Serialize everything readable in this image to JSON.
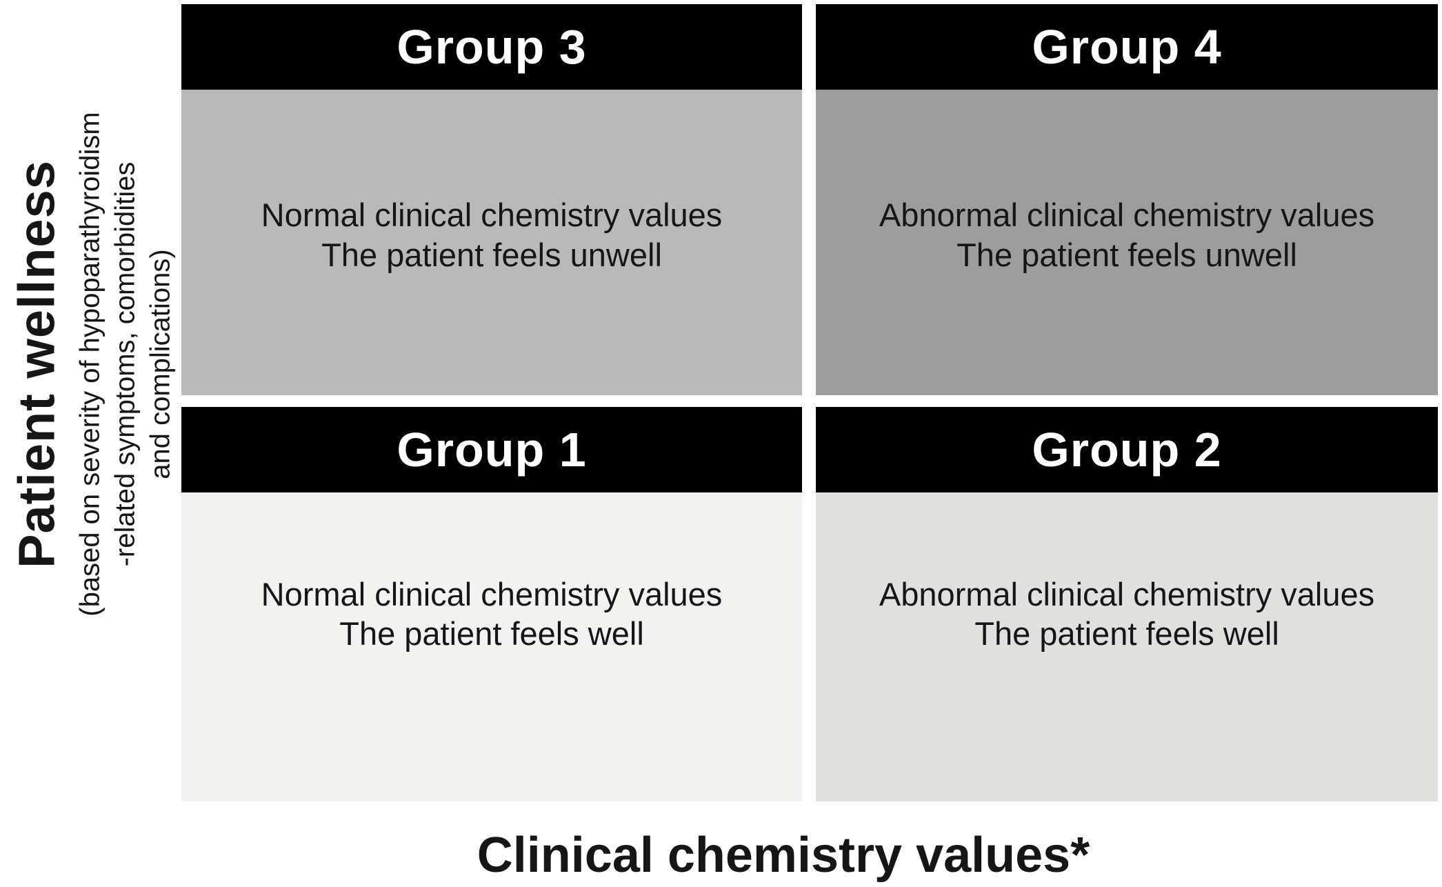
{
  "figure": {
    "y_axis": {
      "title": "Patient wellness",
      "subtitle_lines": [
        "(based on severity of hypoparathyroidism",
        "-related symptoms, comorbidities",
        "and complications)"
      ]
    },
    "x_axis": {
      "title": "Clinical chemistry values*"
    },
    "quadrants": [
      {
        "group": "Group 3",
        "position": "top-left",
        "line1": "Normal clinical chemistry values",
        "line2": "The patient feels unwell",
        "body_color": "#b9b9b9"
      },
      {
        "group": "Group 4",
        "position": "top-right",
        "line1": "Abnormal clinical chemistry values",
        "line2": "The patient feels unwell",
        "body_color": "#9d9d9d"
      },
      {
        "group": "Group 1",
        "position": "bottom-left",
        "line1": "Normal clinical chemistry values",
        "line2": "The patient feels well",
        "body_color": "#f2f2f0"
      },
      {
        "group": "Group 2",
        "position": "bottom-right",
        "line1": "Abnormal clinical chemistry values",
        "line2": "The patient feels well",
        "body_color": "#e0e0de"
      }
    ],
    "colors": {
      "header_bg": "#000000",
      "header_text": "#ffffff",
      "body_text": "#161616",
      "background": "#ffffff"
    }
  }
}
